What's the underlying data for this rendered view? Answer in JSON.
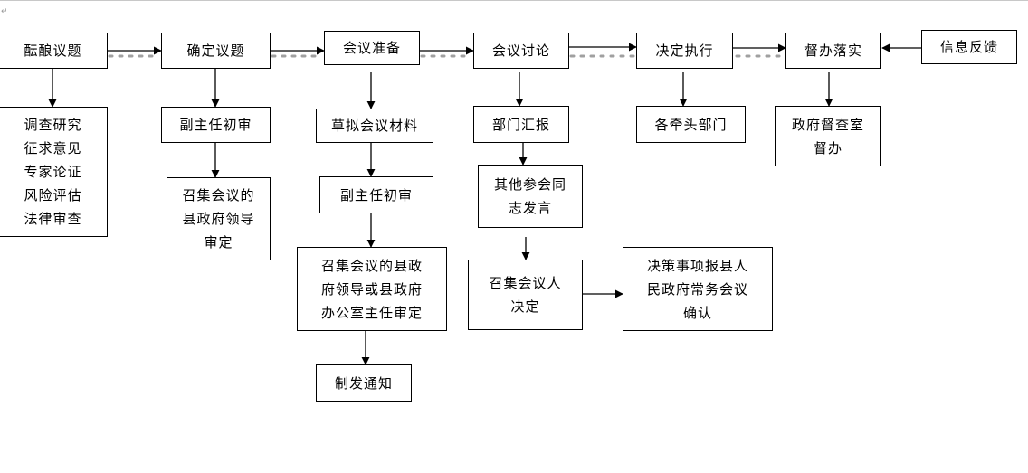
{
  "diagram": {
    "colors": {
      "stroke": "#000000",
      "dotted": "#a0a0a0",
      "text": "#000000",
      "background": "#ffffff"
    },
    "nodes": {
      "brew_topic": {
        "lines": [
          "酝酿议题"
        ]
      },
      "research_list": {
        "lines": [
          "调查研究",
          "征求意见",
          "专家论证",
          "风险评估",
          "法律审查"
        ]
      },
      "confirm_topic": {
        "lines": [
          "确定议题"
        ]
      },
      "deputy_review_1": {
        "lines": [
          "副主任初审"
        ]
      },
      "convene_leader_review": {
        "lines": [
          "召集会议的",
          "县政府领导",
          "审定"
        ]
      },
      "meeting_prep": {
        "lines": [
          "会议准备"
        ]
      },
      "draft_materials": {
        "lines": [
          "草拟会议材料"
        ]
      },
      "deputy_review_2": {
        "lines": [
          "副主任初审"
        ]
      },
      "convene_leader_or_director": {
        "lines": [
          "召集会议的县政",
          "府领导或县政府",
          "办公室主任审定"
        ]
      },
      "issue_notice": {
        "lines": [
          "制发通知"
        ]
      },
      "meeting_discussion": {
        "lines": [
          "会议讨论"
        ]
      },
      "dept_report": {
        "lines": [
          "部门汇报"
        ]
      },
      "others_speak": {
        "lines": [
          "其他参会同",
          "志发言"
        ]
      },
      "convener_decide": {
        "lines": [
          "召集会议人",
          "决定"
        ]
      },
      "decision_report": {
        "lines": [
          "决策事项报县人",
          "民政府常务会议",
          "确认"
        ]
      },
      "execute_decision": {
        "lines": [
          "决定执行"
        ]
      },
      "lead_departments": {
        "lines": [
          "各牵头部门"
        ]
      },
      "supervise_implement": {
        "lines": [
          "督办落实"
        ]
      },
      "gov_supervision_office": {
        "lines": [
          "政府督查室",
          "督办"
        ]
      },
      "info_feedback": {
        "lines": [
          "信息反馈"
        ]
      }
    }
  }
}
